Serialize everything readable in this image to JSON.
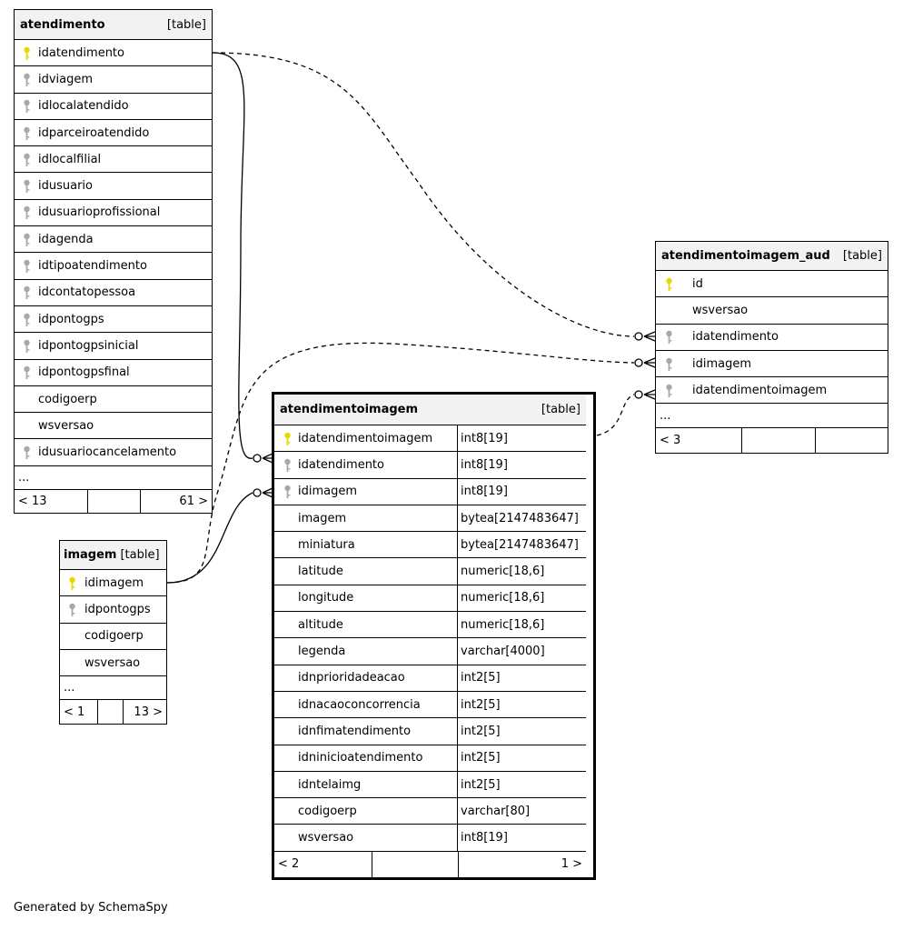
{
  "tables": {
    "atendimento": {
      "name": "atendimento",
      "tag": "[table]",
      "columns": [
        {
          "name": "idatendimento",
          "key": "pk"
        },
        {
          "name": "idviagem",
          "key": "fk"
        },
        {
          "name": "idlocalatendido",
          "key": "fk"
        },
        {
          "name": "idparceiroatendido",
          "key": "fk"
        },
        {
          "name": "idlocalfilial",
          "key": "fk"
        },
        {
          "name": "idusuario",
          "key": "fk"
        },
        {
          "name": "idusuarioprofissional",
          "key": "fk"
        },
        {
          "name": "idagenda",
          "key": "fk"
        },
        {
          "name": "idtipoatendimento",
          "key": "fk"
        },
        {
          "name": "idcontatopessoa",
          "key": "fk"
        },
        {
          "name": "idpontogps",
          "key": "fk"
        },
        {
          "name": "idpontogpsinicial",
          "key": "fk"
        },
        {
          "name": "idpontogpsfinal",
          "key": "fk"
        },
        {
          "name": "codigoerp",
          "key": ""
        },
        {
          "name": "wsversao",
          "key": ""
        },
        {
          "name": "idusuariocancelamento",
          "key": "fk"
        }
      ],
      "ellipsis": "...",
      "footer": [
        "< 13",
        "",
        "61 >"
      ]
    },
    "imagem": {
      "name": "imagem",
      "tag": "[table]",
      "columns": [
        {
          "name": "idimagem",
          "key": "pk"
        },
        {
          "name": "idpontogps",
          "key": "fk"
        },
        {
          "name": "codigoerp",
          "key": ""
        },
        {
          "name": "wsversao",
          "key": ""
        }
      ],
      "ellipsis": "...",
      "footer": [
        "< 1",
        "",
        "13 >"
      ]
    },
    "atendimentoimagem": {
      "name": "atendimentoimagem",
      "tag": "[table]",
      "columns": [
        {
          "name": "idatendimentoimagem",
          "key": "pk",
          "type": "int8[19]"
        },
        {
          "name": "idatendimento",
          "key": "fk",
          "type": "int8[19]"
        },
        {
          "name": "idimagem",
          "key": "fk",
          "type": "int8[19]"
        },
        {
          "name": "imagem",
          "key": "",
          "type": "bytea[2147483647]"
        },
        {
          "name": "miniatura",
          "key": "",
          "type": "bytea[2147483647]"
        },
        {
          "name": "latitude",
          "key": "",
          "type": "numeric[18,6]"
        },
        {
          "name": "longitude",
          "key": "",
          "type": "numeric[18,6]"
        },
        {
          "name": "altitude",
          "key": "",
          "type": "numeric[18,6]"
        },
        {
          "name": "legenda",
          "key": "",
          "type": "varchar[4000]"
        },
        {
          "name": "idnprioridadeacao",
          "key": "",
          "type": "int2[5]"
        },
        {
          "name": "idnacaoconcorrencia",
          "key": "",
          "type": "int2[5]"
        },
        {
          "name": "idnfimatendimento",
          "key": "",
          "type": "int2[5]"
        },
        {
          "name": "idninicioatendimento",
          "key": "",
          "type": "int2[5]"
        },
        {
          "name": "idntelaimg",
          "key": "",
          "type": "int2[5]"
        },
        {
          "name": "codigoerp",
          "key": "",
          "type": "varchar[80]"
        },
        {
          "name": "wsversao",
          "key": "",
          "type": "int8[19]"
        }
      ],
      "footer": [
        "< 2",
        "",
        "1 >"
      ]
    },
    "atendimentoimagem_aud": {
      "name": "atendimentoimagem_aud",
      "tag": "[table]",
      "columns": [
        {
          "name": "id",
          "key": "pk"
        },
        {
          "name": "wsversao",
          "key": ""
        },
        {
          "name": "idatendimento",
          "key": "fk"
        },
        {
          "name": "idimagem",
          "key": "fk"
        },
        {
          "name": "idatendimentoimagem",
          "key": "fk"
        }
      ],
      "ellipsis": "...",
      "footer": [
        "< 3",
        "",
        ""
      ]
    }
  },
  "key_colors": {
    "pk": "#e8d800",
    "fk": "#a8a8a8"
  },
  "generated_by": "Generated by SchemaSpy"
}
